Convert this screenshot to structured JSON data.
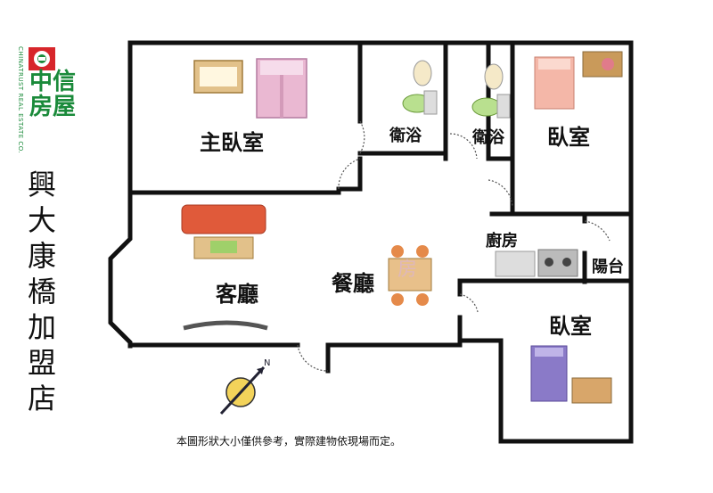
{
  "brand": {
    "name": "中信房屋",
    "vertical_text": "CHINATRUST REAL ESTATE CO.",
    "colors": {
      "green": "#1a8a3a",
      "red": "#d7262b"
    }
  },
  "store_title": "興大康橋加盟店",
  "rooms": {
    "master_bedroom": "主臥室",
    "bath_left": "衛浴",
    "bath_right": "衛浴",
    "bedroom_top": "臥室",
    "living_room": "客廳",
    "dining_room": "餐廳",
    "kitchen": "廚房",
    "balcony": "陽台",
    "bedroom_bottom": "臥室"
  },
  "compass": {
    "north_label": "N"
  },
  "watermark": "房",
  "footer_note": "本圖形狀大小僅供參考，實際建物依現場而定。"
}
